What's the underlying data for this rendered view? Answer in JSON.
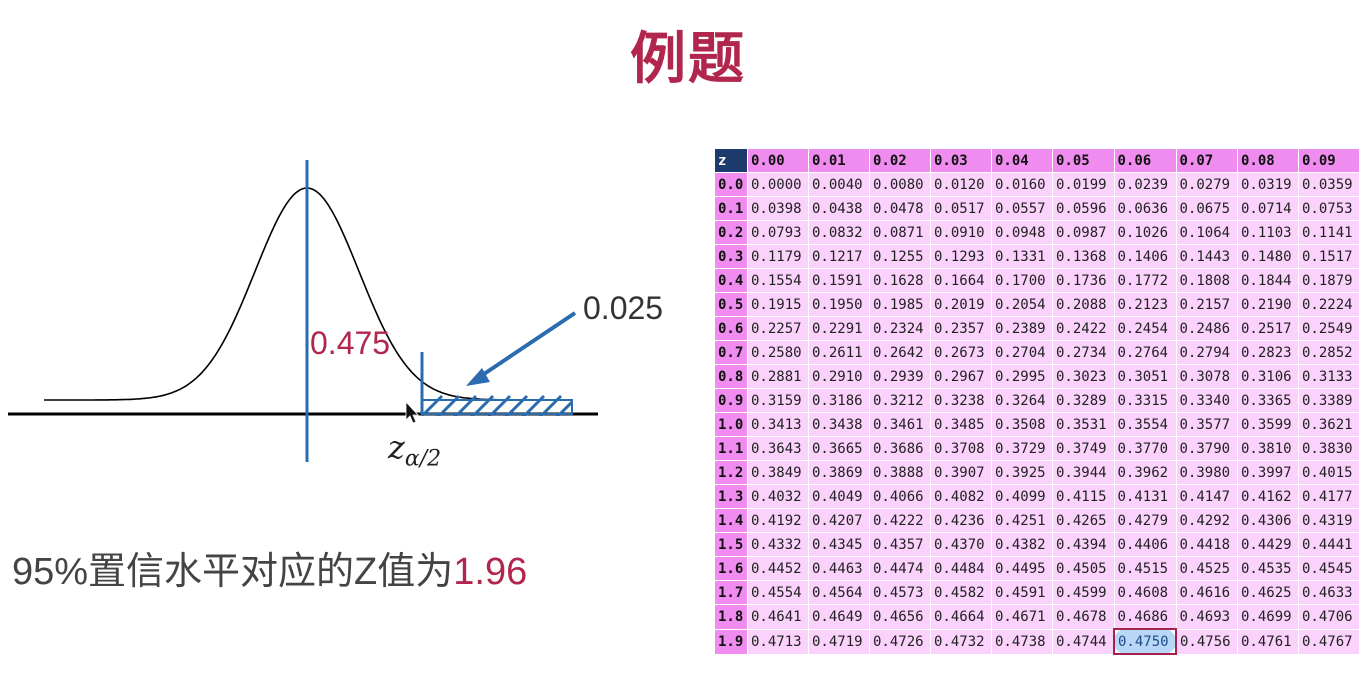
{
  "title": "例题",
  "diagram": {
    "label_center": "0.475",
    "label_tail": "0.025",
    "z_symbol": "z",
    "z_subscript": "α/2",
    "colors": {
      "axis_line": "#2b6cb0",
      "curve": "#000000",
      "accent": "#b0264d"
    }
  },
  "conclusion": {
    "text": "95%置信水平对应的Z值为",
    "value": "1.96"
  },
  "table": {
    "corner": "z",
    "columns": [
      "0.00",
      "0.01",
      "0.02",
      "0.03",
      "0.04",
      "0.05",
      "0.06",
      "0.07",
      "0.08",
      "0.09"
    ],
    "rows": [
      {
        "z": "0.0",
        "v": [
          "0.0000",
          "0.0040",
          "0.0080",
          "0.0120",
          "0.0160",
          "0.0199",
          "0.0239",
          "0.0279",
          "0.0319",
          "0.0359"
        ]
      },
      {
        "z": "0.1",
        "v": [
          "0.0398",
          "0.0438",
          "0.0478",
          "0.0517",
          "0.0557",
          "0.0596",
          "0.0636",
          "0.0675",
          "0.0714",
          "0.0753"
        ]
      },
      {
        "z": "0.2",
        "v": [
          "0.0793",
          "0.0832",
          "0.0871",
          "0.0910",
          "0.0948",
          "0.0987",
          "0.1026",
          "0.1064",
          "0.1103",
          "0.1141"
        ]
      },
      {
        "z": "0.3",
        "v": [
          "0.1179",
          "0.1217",
          "0.1255",
          "0.1293",
          "0.1331",
          "0.1368",
          "0.1406",
          "0.1443",
          "0.1480",
          "0.1517"
        ]
      },
      {
        "z": "0.4",
        "v": [
          "0.1554",
          "0.1591",
          "0.1628",
          "0.1664",
          "0.1700",
          "0.1736",
          "0.1772",
          "0.1808",
          "0.1844",
          "0.1879"
        ]
      },
      {
        "z": "0.5",
        "v": [
          "0.1915",
          "0.1950",
          "0.1985",
          "0.2019",
          "0.2054",
          "0.2088",
          "0.2123",
          "0.2157",
          "0.2190",
          "0.2224"
        ]
      },
      {
        "z": "0.6",
        "v": [
          "0.2257",
          "0.2291",
          "0.2324",
          "0.2357",
          "0.2389",
          "0.2422",
          "0.2454",
          "0.2486",
          "0.2517",
          "0.2549"
        ]
      },
      {
        "z": "0.7",
        "v": [
          "0.2580",
          "0.2611",
          "0.2642",
          "0.2673",
          "0.2704",
          "0.2734",
          "0.2764",
          "0.2794",
          "0.2823",
          "0.2852"
        ]
      },
      {
        "z": "0.8",
        "v": [
          "0.2881",
          "0.2910",
          "0.2939",
          "0.2967",
          "0.2995",
          "0.3023",
          "0.3051",
          "0.3078",
          "0.3106",
          "0.3133"
        ]
      },
      {
        "z": "0.9",
        "v": [
          "0.3159",
          "0.3186",
          "0.3212",
          "0.3238",
          "0.3264",
          "0.3289",
          "0.3315",
          "0.3340",
          "0.3365",
          "0.3389"
        ]
      },
      {
        "z": "1.0",
        "v": [
          "0.3413",
          "0.3438",
          "0.3461",
          "0.3485",
          "0.3508",
          "0.3531",
          "0.3554",
          "0.3577",
          "0.3599",
          "0.3621"
        ]
      },
      {
        "z": "1.1",
        "v": [
          "0.3643",
          "0.3665",
          "0.3686",
          "0.3708",
          "0.3729",
          "0.3749",
          "0.3770",
          "0.3790",
          "0.3810",
          "0.3830"
        ]
      },
      {
        "z": "1.2",
        "v": [
          "0.3849",
          "0.3869",
          "0.3888",
          "0.3907",
          "0.3925",
          "0.3944",
          "0.3962",
          "0.3980",
          "0.3997",
          "0.4015"
        ]
      },
      {
        "z": "1.3",
        "v": [
          "0.4032",
          "0.4049",
          "0.4066",
          "0.4082",
          "0.4099",
          "0.4115",
          "0.4131",
          "0.4147",
          "0.4162",
          "0.4177"
        ]
      },
      {
        "z": "1.4",
        "v": [
          "0.4192",
          "0.4207",
          "0.4222",
          "0.4236",
          "0.4251",
          "0.4265",
          "0.4279",
          "0.4292",
          "0.4306",
          "0.4319"
        ]
      },
      {
        "z": "1.5",
        "v": [
          "0.4332",
          "0.4345",
          "0.4357",
          "0.4370",
          "0.4382",
          "0.4394",
          "0.4406",
          "0.4418",
          "0.4429",
          "0.4441"
        ]
      },
      {
        "z": "1.6",
        "v": [
          "0.4452",
          "0.4463",
          "0.4474",
          "0.4484",
          "0.4495",
          "0.4505",
          "0.4515",
          "0.4525",
          "0.4535",
          "0.4545"
        ]
      },
      {
        "z": "1.7",
        "v": [
          "0.4554",
          "0.4564",
          "0.4573",
          "0.4582",
          "0.4591",
          "0.4599",
          "0.4608",
          "0.4616",
          "0.4625",
          "0.4633"
        ]
      },
      {
        "z": "1.8",
        "v": [
          "0.4641",
          "0.4649",
          "0.4656",
          "0.4664",
          "0.4671",
          "0.4678",
          "0.4686",
          "0.4693",
          "0.4699",
          "0.4706"
        ]
      },
      {
        "z": "1.9",
        "v": [
          "0.4713",
          "0.4719",
          "0.4726",
          "0.4732",
          "0.4738",
          "0.4744",
          "0.4750",
          "0.4756",
          "0.4761",
          "0.4767"
        ]
      }
    ],
    "highlight": {
      "row": "1.9",
      "column": "0.06",
      "value": "0.4750"
    },
    "colors": {
      "header": "#f08cf0",
      "corner": "#1c3a6b",
      "cell": "#fbd2fb",
      "highlight": "#b8d6f5"
    }
  }
}
